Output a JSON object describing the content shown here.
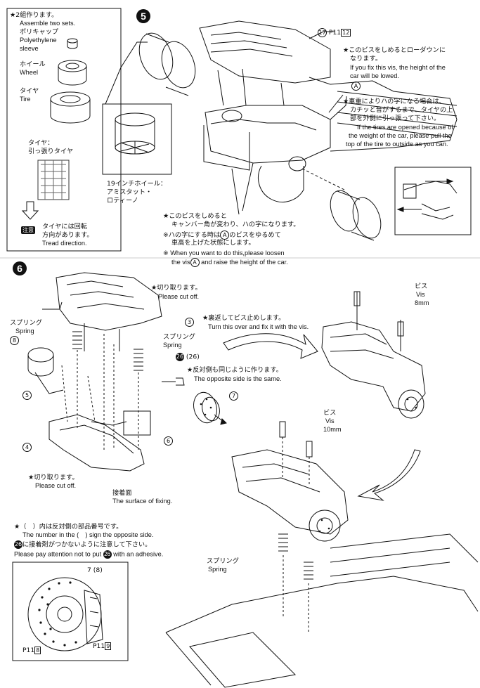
{
  "step5": {
    "number": "5",
    "ref_part": "17",
    "ref_page": "P11",
    "ref_page_box": "12",
    "assembly": {
      "jp": "★2組作ります。",
      "en": "Assemble two sets.",
      "sleeve_jp": "ポリキャップ",
      "sleeve_en1": "Polyethylene",
      "sleeve_en2": "sleeve",
      "wheel_jp": "ホイール",
      "wheel_en": "Wheel",
      "tire_jp": "タイヤ",
      "tire_en": "Tire"
    },
    "tire_type": {
      "line1": "タイヤ：",
      "line2": "引っ張りタイヤ"
    },
    "tread": {
      "badge": "注意",
      "jp1": "タイヤには回転",
      "jp2": "方向があります。",
      "en": "Tread direction."
    },
    "wheel_name": {
      "line1": "19インチホイール：",
      "line2": "アミスタット・",
      "line3": "ロティーノ"
    },
    "lowdown": {
      "jp1": "★このビスをしめるとローダウンに",
      "jp2": "なります。",
      "en1": "If you fix this vis, the height of the",
      "en2": "car will be lowed."
    },
    "marker_a": "A",
    "tire_open": {
      "jp1": "★車重によりハの字になる場合は、",
      "jp2": "カチッと音がするまで、タイヤの上",
      "jp3": "部を外側に引っ張って下さい。",
      "en1": "If the tires are opened because of",
      "en2": "the weight of the car, please pull the",
      "en3": "top of the tire to outside as you can."
    },
    "camber": {
      "jp1": "★このビスをしめると",
      "jp2": "キャンバー角が変わり、ハの字になります。",
      "jp3a": "※ハの字にする時は",
      "jp3b": "のビスをゆるめて",
      "jp4": "車高を上げた状態にします。",
      "en1": "※ When you want to do this,please loosen",
      "en2a": "the vis",
      "en2b": "and raise the height of the car."
    }
  },
  "step6": {
    "number": "6",
    "cut_top": {
      "jp": "★切り取ります。",
      "en": "Please cut off."
    },
    "part3": "3",
    "spring_left": {
      "jp": "スプリング",
      "en": "Spring"
    },
    "spring_mid": {
      "jp": "スプリング",
      "en": "Spring"
    },
    "part8": "8",
    "part5": "5",
    "part4": "4",
    "part6": "6",
    "part7": "7",
    "part26": "26",
    "part26_paren": "(26)",
    "opposite": {
      "jp": "★反対側も同じように作ります。",
      "en": "The opposite side is the same."
    },
    "fix_vis": {
      "jp": "★裏返してビス止めします。",
      "en": "Turn this over and fix it with the vis."
    },
    "cut_bottom": {
      "jp": "★切り取ります。",
      "en": "Please cut off."
    },
    "fixing_surface": {
      "jp": "接着面",
      "en": "The surface of fixing."
    },
    "vis_8mm": {
      "jp": "ビス",
      "en": "Vis",
      "size": "8mm"
    },
    "vis_10mm": {
      "jp": "ビス",
      "en": "Vis",
      "size": "10mm"
    },
    "spring_lower": {
      "jp": "スプリング",
      "en": "Spring"
    }
  },
  "notes": {
    "line1_jp": "★（　）内は反対側の部品番号です。",
    "line2_en": "The number in the (　) sign the opposite side.",
    "line3_jp": "に接着剤がつかないように注意して下さい。",
    "line4_en_a": "Please pay attention not to put",
    "line4_en_b": "with an adhesive."
  },
  "inset": {
    "label": "7 (8)",
    "ref_left_page": "P11",
    "ref_left_box": "8",
    "ref_right_page": "P11",
    "ref_right_box": "9"
  }
}
